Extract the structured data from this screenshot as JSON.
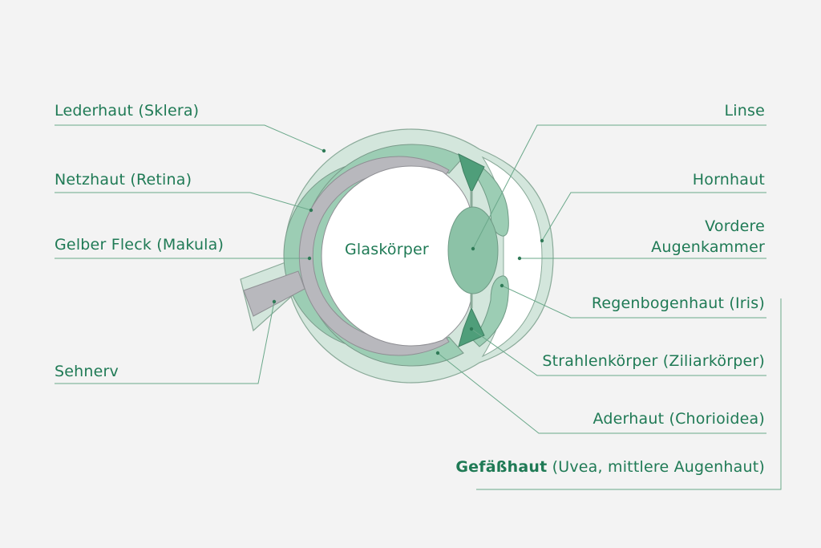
{
  "labels": {
    "sklera": "Lederhaut (Sklera)",
    "retina": "Netzhaut (Retina)",
    "makula": "Gelber Fleck (Makula)",
    "sehnerv": "Sehnerv",
    "linse": "Linse",
    "hornhaut": "Hornhaut",
    "vordere_line1": "Vordere",
    "vordere_line2": "Augenkammer",
    "iris": "Regenbogenhaut (Iris)",
    "ziliar": "Strahlenkörper (Ziliarkörper)",
    "aderhaut": "Aderhaut (Chorioidea)",
    "uvea_bold": "Gefäßhaut",
    "uvea_rest": " (Uvea, mittlere Augenhaut)",
    "glaskoerper": "Glaskörper"
  },
  "colors": {
    "background": "#f3f3f3",
    "label_text": "#1f7a55",
    "sclera_fill": "#d3e6dc",
    "choroid_fill": "#9ccdb4",
    "retina_fill": "#b8b8bd",
    "vitreous_fill": "#ffffff",
    "lens_fill": "#8cc2a7",
    "ciliary_fill": "#4f9e7a",
    "leader_line": "#6aa88a",
    "outline": "#7a9a8a"
  }
}
